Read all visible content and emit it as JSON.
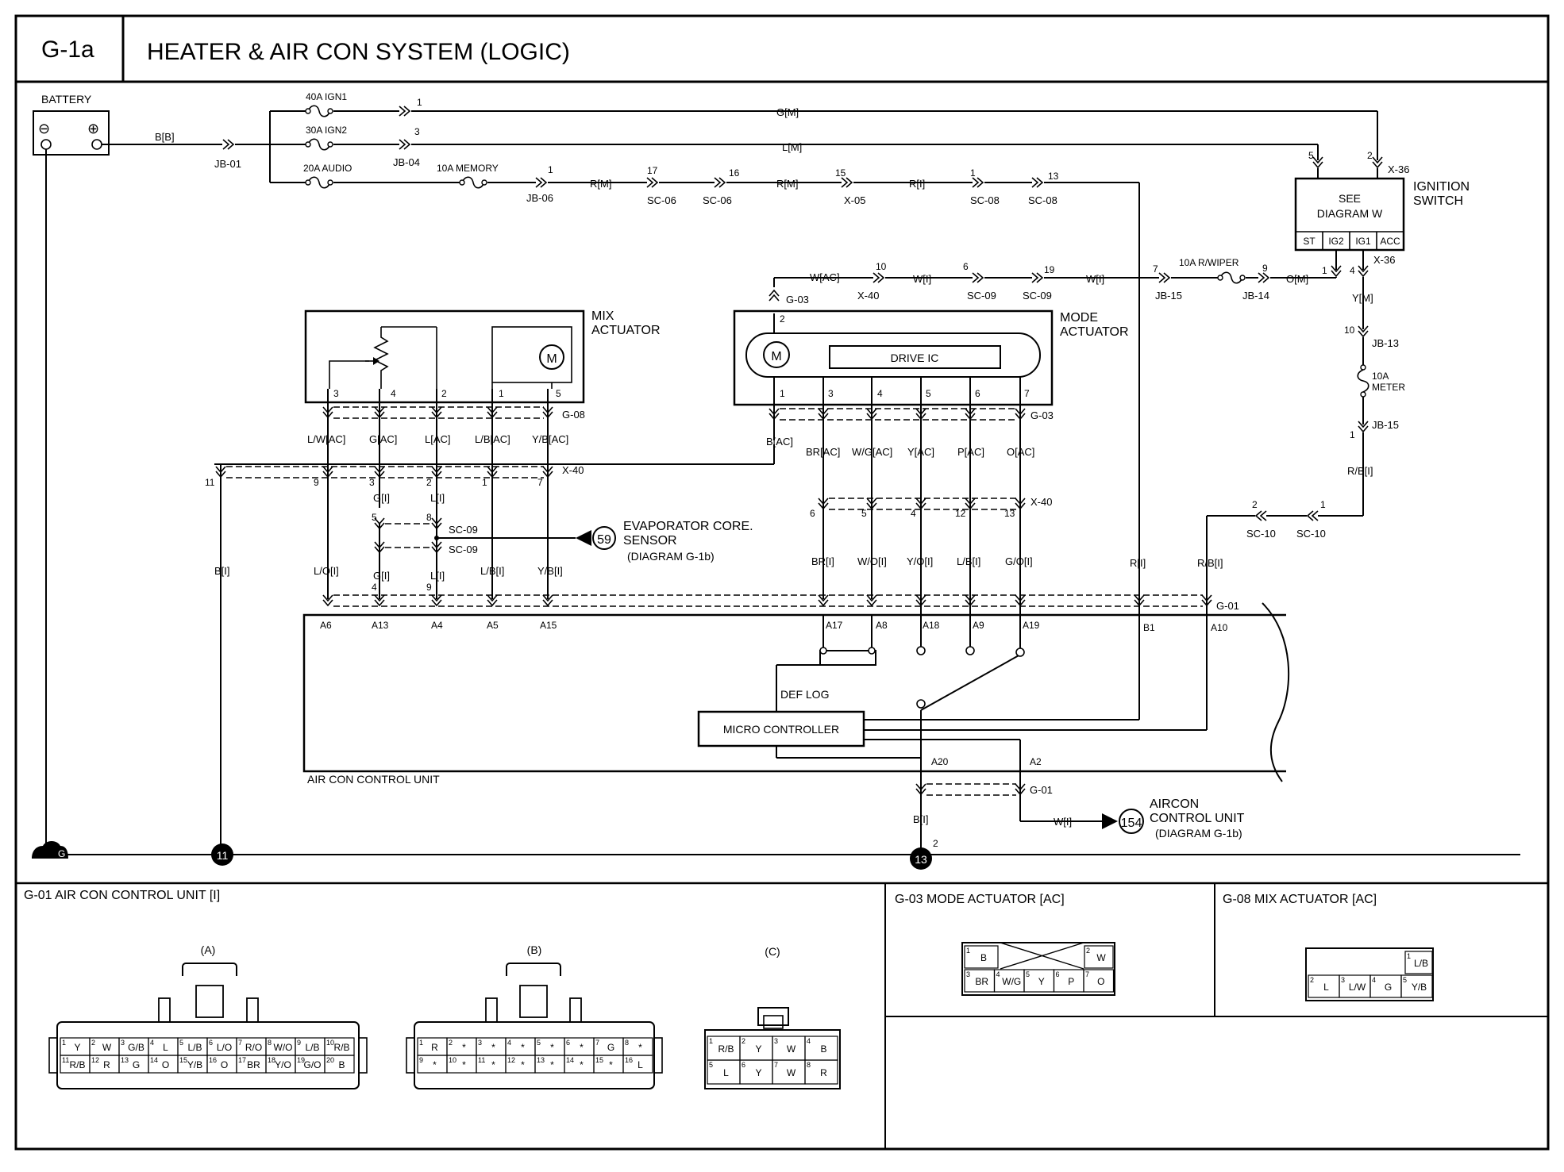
{
  "header": {
    "code": "G-1a",
    "title": "HEATER & AIR CON SYSTEM (LOGIC)"
  },
  "components": {
    "battery": "BATTERY",
    "battery_minus": "⊖",
    "battery_plus": "⊕",
    "ignition_switch": [
      "IGNITION",
      "SWITCH"
    ],
    "see_diagram": [
      "SEE",
      "DIAGRAM W"
    ],
    "ign_terminals": [
      "ST",
      "IG2",
      "IG1",
      "ACC"
    ],
    "mix_actuator": [
      "MIX",
      "ACTUATOR"
    ],
    "mode_actuator": [
      "MODE",
      "ACTUATOR"
    ],
    "drive_ic": "DRIVE IC",
    "motor": "M",
    "evap_sensor": [
      "EVAPORATOR CORE.",
      "SENSOR",
      "(DIAGRAM G-1b)"
    ],
    "evap_ref": "59",
    "aircon_control": [
      "AIRCON",
      "CONTROL UNIT",
      "(DIAGRAM G-1b)"
    ],
    "aircon_ref": "154",
    "def_log": "DEF LOG",
    "micro_controller": "MICRO CONTROLLER",
    "air_con_control_unit": "AIR CON CONTROL UNIT",
    "ground_g": "G",
    "ground_11": "11",
    "ground_13": "13"
  },
  "fuses": {
    "ign1": "40A IGN1",
    "ign2": "30A IGN2",
    "audio": "20A AUDIO",
    "memory": "10A MEMORY",
    "rwiper": "10A R/WIPER",
    "meter": [
      "10A",
      "METER"
    ]
  },
  "connectors": {
    "jb01": "JB-01",
    "jb04": "JB-04",
    "jb06": "JB-06",
    "sc06a": "SC-06",
    "sc06b": "SC-06",
    "x05": "X-05",
    "sc08a": "SC-08",
    "sc08b": "SC-08",
    "x36a": "X-36",
    "x36b": "X-36",
    "jb15a": "JB-15",
    "jb14": "JB-14",
    "jb13": "JB-13",
    "jb15b": "JB-15",
    "x40a": "X-40",
    "sc09a": "SC-09",
    "sc09b": "SC-09",
    "g03a": "G-03",
    "g03b": "G-03",
    "g08": "G-08",
    "x40b": "X-40",
    "x40c": "X-40",
    "sc09c": "SC-09",
    "sc09d": "SC-09",
    "sc10a": "SC-10",
    "sc10b": "SC-10",
    "g01a": "G-01",
    "g01b": "G-01"
  },
  "wires": {
    "bb": "B[B]",
    "gm": "G[M]",
    "lm": "L[M]",
    "rm1": "R[M]",
    "rm2": "R[M]",
    "ri1": "R[I]",
    "wac": "W[AC]",
    "wi1": "W[I]",
    "wi2": "W[I]",
    "om": "O[M]",
    "ym": "Y[M]",
    "rbi1": "R/B[I]",
    "rbi2": "R/B[I]",
    "ri2": "R[I]",
    "mix_wires": [
      "L/W[AC]",
      "G[AC]",
      "L[AC]",
      "L/B[AC]",
      "Y/B[AC]"
    ],
    "bac": "B[AC]",
    "mode_wires": [
      "BR[AC]",
      "W/G[AC]",
      "Y[AC]",
      "P[AC]",
      "O[AC]"
    ],
    "gi1": "G[I]",
    "li1": "L[I]",
    "gi2": "G[I]",
    "li2": "L[I]",
    "bi1": "B[I]",
    "lower_mix": [
      "L/O[I]",
      "L/B[I]",
      "Y/B[I]"
    ],
    "lower_mode": [
      "BR[I]",
      "W/O[I]",
      "Y/O[I]",
      "L/B[I]",
      "G/O[I]"
    ],
    "bi2": "B[I]",
    "wi3": "W[I]"
  },
  "pins": {
    "jb04_1": "1",
    "jb04_3": "3",
    "jb06_1": "1",
    "sc06_17": "17",
    "sc06_16": "16",
    "x05_15": "15",
    "sc08_1": "1",
    "sc08_13": "13",
    "x36_5": "5",
    "x36_2": "2",
    "x36_1": "1",
    "x36_4": "4",
    "x40_10": "10",
    "sc09_6": "6",
    "sc09_19": "19",
    "jb15_7": "7",
    "jb14_9": "9",
    "jb13_10": "10",
    "jb15_1": "1",
    "sc10_2": "2",
    "sc10_1": "1",
    "g03_2": "2",
    "mix_pins": [
      "3",
      "4",
      "2",
      "1",
      "5"
    ],
    "mode_pins": [
      "1",
      "3",
      "4",
      "5",
      "6",
      "7"
    ],
    "x40_mix": [
      "11",
      "9",
      "3",
      "2",
      "1",
      "7"
    ],
    "sc09_pins": [
      "5",
      "8",
      "4",
      "9"
    ],
    "x40_mode": [
      "6",
      "5",
      "4",
      "12",
      "13"
    ],
    "ecu_pins": [
      "A6",
      "A13",
      "A4",
      "A5",
      "A15",
      "A17",
      "A8",
      "A18",
      "A9",
      "A19",
      "B1",
      "A10"
    ],
    "a20": "A20",
    "a2": "A2",
    "g13_2": "2"
  },
  "legend": {
    "g01_title": "G-01 AIR CON CONTROL UNIT [I]",
    "g03_title": "G-03 MODE ACTUATOR [AC]",
    "g08_title": "G-08 MIX ACTUATOR [AC]",
    "conn_a": "(A)",
    "conn_b": "(B)",
    "conn_c": "(C)",
    "a_row1": [
      "Y",
      "W",
      "G/B",
      "L",
      "L/B",
      "L/O",
      "R/O",
      "W/O",
      "L/B",
      "R/B"
    ],
    "a_row1_nums": [
      "1",
      "2",
      "3",
      "4",
      "5",
      "6",
      "7",
      "8",
      "9",
      "10"
    ],
    "a_row2": [
      "R/B",
      "R",
      "G",
      "O",
      "Y/B",
      "O",
      "BR",
      "Y/O",
      "G/O",
      "B"
    ],
    "a_row2_nums": [
      "11",
      "12",
      "13",
      "14",
      "15",
      "16",
      "17",
      "18",
      "19",
      "20"
    ],
    "b_row1": [
      "R",
      "*",
      "*",
      "*",
      "*",
      "*",
      "G",
      "*"
    ],
    "b_row1_nums": [
      "1",
      "2",
      "3",
      "4",
      "5",
      "6",
      "7",
      "8"
    ],
    "b_row2": [
      "*",
      "*",
      "*",
      "*",
      "*",
      "*",
      "*",
      "L"
    ],
    "b_row2_nums": [
      "9",
      "10",
      "11",
      "12",
      "13",
      "14",
      "15",
      "16"
    ],
    "c_row1": [
      "R/B",
      "Y",
      "W",
      "B"
    ],
    "c_row1_nums": [
      "1",
      "2",
      "3",
      "4"
    ],
    "c_row2": [
      "L",
      "Y",
      "W",
      "R"
    ],
    "c_row2_nums": [
      "5",
      "6",
      "7",
      "8"
    ],
    "g03_row1": [
      "B",
      "W"
    ],
    "g03_row1_nums": [
      "1",
      "2"
    ],
    "g03_row2": [
      "BR",
      "W/G",
      "Y",
      "P",
      "O"
    ],
    "g03_row2_nums": [
      "3",
      "4",
      "5",
      "6",
      "7"
    ],
    "g08_row1": [
      "L/B"
    ],
    "g08_row1_nums": [
      "1"
    ],
    "g08_row2": [
      "L",
      "L/W",
      "G",
      "Y/B"
    ],
    "g08_row2_nums": [
      "2",
      "3",
      "4",
      "5"
    ]
  }
}
